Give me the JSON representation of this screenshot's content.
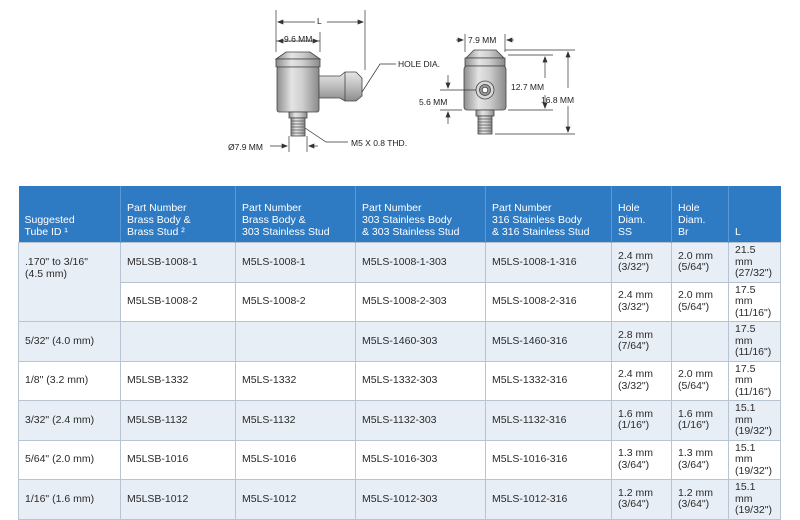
{
  "drawing": {
    "labels": {
      "l": "L",
      "width_left": "9.6 MM",
      "hole_dia": "HOLE DIA.",
      "diameter": "Ø7.9 MM",
      "thread": "M5 X 0.8 THD.",
      "width_right": "7.9 MM",
      "center_height": "5.6 MM",
      "body_height": "12.7 MM",
      "total_height": "16.8 MM"
    }
  },
  "table": {
    "headers": [
      [
        "Suggested",
        "Tube ID ¹"
      ],
      [
        "Part Number",
        "Brass Body &",
        "Brass Stud ²"
      ],
      [
        "Part Number",
        "Brass Body &",
        "303 Stainless Stud"
      ],
      [
        "Part Number",
        "303 Stainless Body",
        "& 303 Stainless Stud"
      ],
      [
        "Part Number",
        "316 Stainless Body",
        "& 316 Stainless Stud"
      ],
      [
        "Hole",
        "Diam.",
        "SS"
      ],
      [
        "Hole",
        "Diam.",
        "Br"
      ],
      [
        "L"
      ]
    ],
    "rows": [
      {
        "tube": [
          ".170\" to 3/16\"",
          "(4.5 mm)"
        ],
        "items": [
          {
            "brass": "M5LSB-1008-1",
            "brass_303": "M5LS-1008-1",
            "ss303": "M5LS-1008-1-303",
            "ss316": "M5LS-1008-1-316",
            "hole_ss": [
              "2.4 mm",
              "(3/32\")"
            ],
            "hole_br": [
              "2.0 mm",
              "(5/64\")"
            ],
            "l": [
              "21.5 mm",
              "(27/32\")"
            ]
          },
          {
            "brass": "M5LSB-1008-2",
            "brass_303": "M5LS-1008-2",
            "ss303": "M5LS-1008-2-303",
            "ss316": "M5LS-1008-2-316",
            "hole_ss": [
              "2.4 mm",
              "(3/32\")"
            ],
            "hole_br": [
              "2.0 mm",
              "(5/64\")"
            ],
            "l": [
              "17.5 mm",
              "(11/16\")"
            ]
          }
        ]
      },
      {
        "tube": [
          "5/32\" (4.0 mm)"
        ],
        "items": [
          {
            "brass": "",
            "brass_303": "",
            "ss303": "M5LS-1460-303",
            "ss316": "M5LS-1460-316",
            "hole_ss": [
              "2.8 mm",
              "(7/64\")"
            ],
            "hole_br": [
              "",
              ""
            ],
            "l": [
              "17.5 mm",
              "(11/16\")"
            ]
          }
        ]
      },
      {
        "tube": [
          "1/8\" (3.2 mm)"
        ],
        "items": [
          {
            "brass": "M5LSB-1332",
            "brass_303": "M5LS-1332",
            "ss303": "M5LS-1332-303",
            "ss316": "M5LS-1332-316",
            "hole_ss": [
              "2.4 mm",
              "(3/32\")"
            ],
            "hole_br": [
              "2.0 mm",
              "(5/64\")"
            ],
            "l": [
              "17.5 mm",
              "(11/16\")"
            ]
          }
        ]
      },
      {
        "tube": [
          "3/32\" (2.4 mm)"
        ],
        "items": [
          {
            "brass": "M5LSB-1132",
            "brass_303": "M5LS-1132",
            "ss303": "M5LS-1132-303",
            "ss316": "M5LS-1132-316",
            "hole_ss": [
              "1.6 mm",
              "(1/16\")"
            ],
            "hole_br": [
              "1.6 mm",
              "(1/16\")"
            ],
            "l": [
              "15.1 mm",
              "(19/32\")"
            ]
          }
        ]
      },
      {
        "tube": [
          "5/64\" (2.0 mm)"
        ],
        "items": [
          {
            "brass": "M5LSB-1016",
            "brass_303": "M5LS-1016",
            "ss303": "M5LS-1016-303",
            "ss316": "M5LS-1016-316",
            "hole_ss": [
              "1.3 mm",
              "(3/64\")"
            ],
            "hole_br": [
              "1.3 mm",
              "(3/64\")"
            ],
            "l": [
              "15.1 mm",
              "(19/32\")"
            ]
          }
        ]
      },
      {
        "tube": [
          "1/16\" (1.6 mm)"
        ],
        "items": [
          {
            "brass": "M5LSB-1012",
            "brass_303": "M5LS-1012",
            "ss303": "M5LS-1012-303",
            "ss316": "M5LS-1012-316",
            "hole_ss": [
              "1.2 mm",
              "(3/64\")"
            ],
            "hole_br": [
              "1.2 mm",
              "(3/64\")"
            ],
            "l": [
              "15.1 mm",
              "(19/32\")"
            ]
          }
        ]
      }
    ]
  },
  "colors": {
    "header_bg": "#2e7bc4",
    "alt_row": "#e8eef6",
    "border": "#b9c4d2"
  }
}
